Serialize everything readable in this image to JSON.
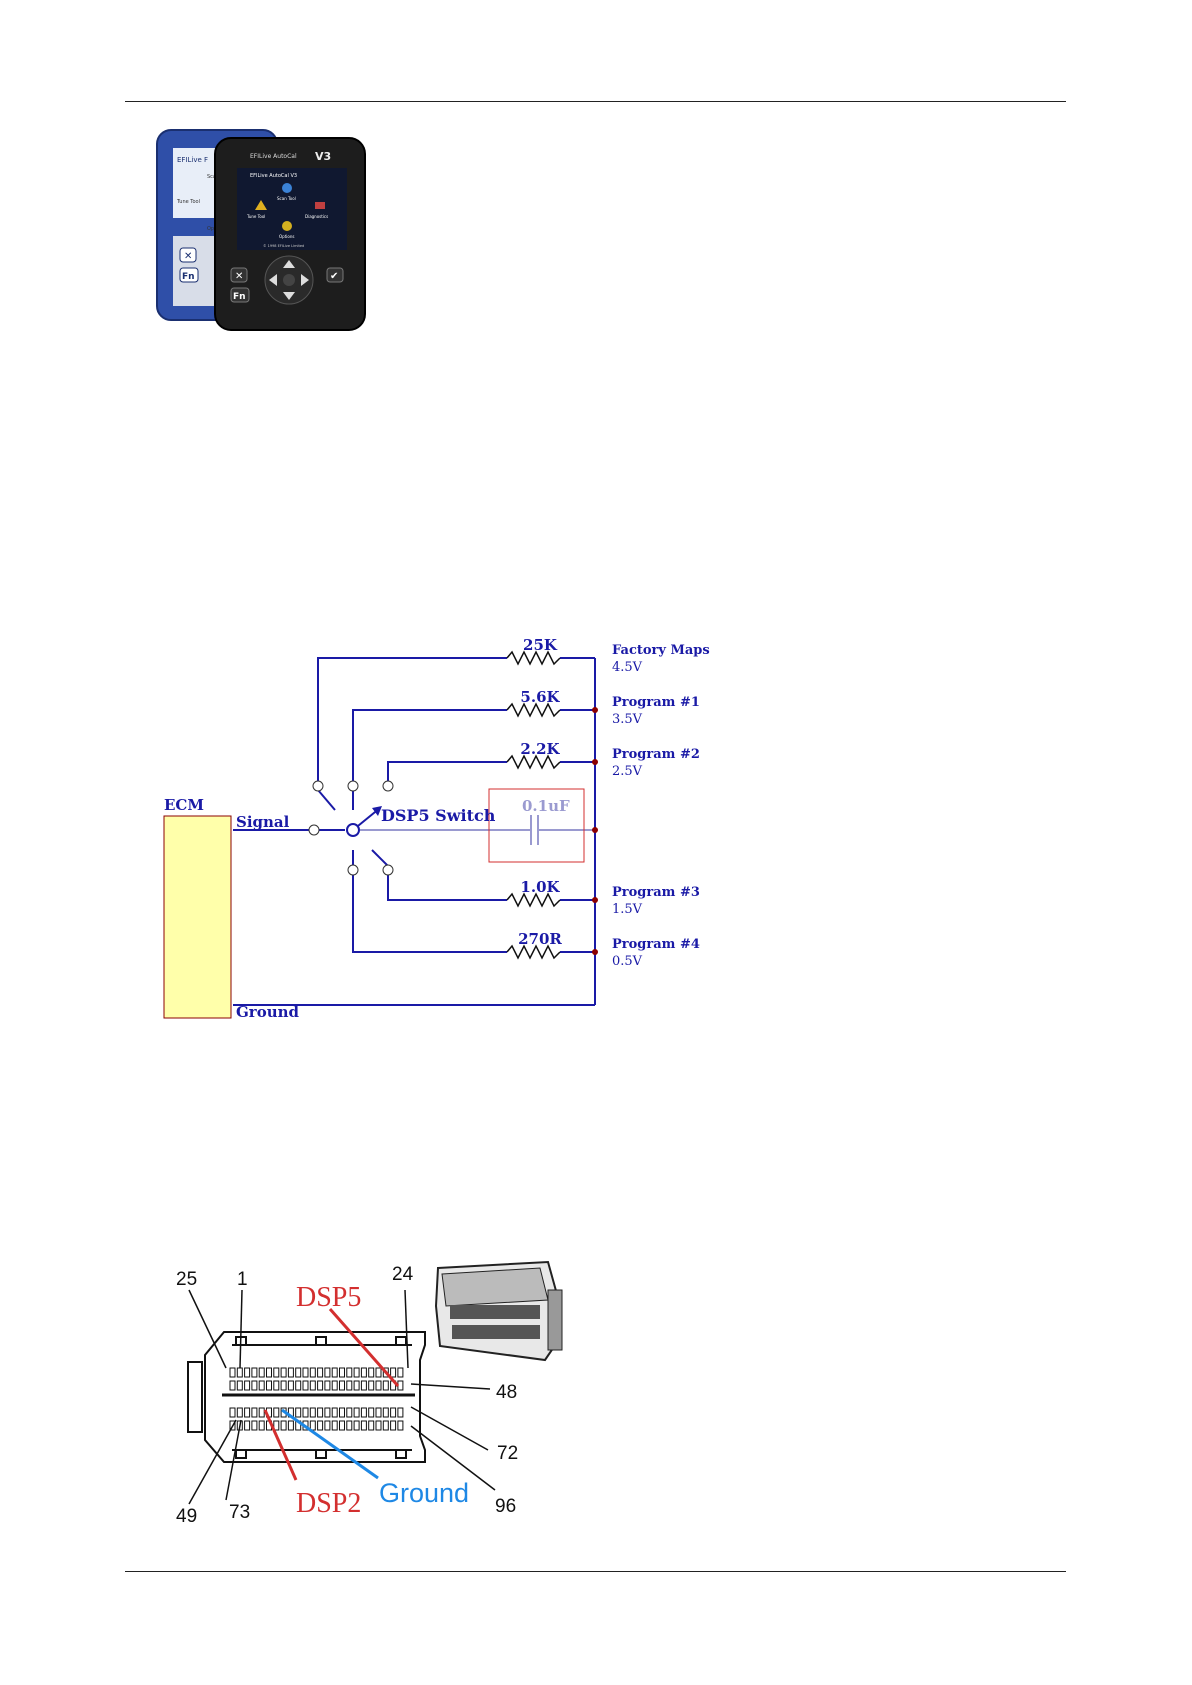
{
  "device": {
    "back_unit": {
      "screen_title": "EFILive F",
      "icons": [
        "Scan T",
        "Tune Tool",
        "Option"
      ],
      "buttons": [
        "✕",
        "Fn"
      ]
    },
    "front_unit": {
      "logo": "EFILive AutoCal",
      "model": "V3",
      "screen_title": "EFILive AutoCal V3",
      "icons": [
        "Scan Tool",
        "Tune Tool",
        "Diagnostics",
        "Options"
      ],
      "footer": "© 1998 EFILive Limited",
      "buttons": [
        "✕",
        "Fn",
        "✔"
      ]
    }
  },
  "schematic": {
    "ecm_label": "ECM",
    "signal_label": "Signal",
    "ground_label": "Ground",
    "switch_label": "DSP5 Switch",
    "capacitor_label": "0.1uF",
    "branches": [
      {
        "resistor": "25K",
        "name": "Factory Maps",
        "voltage": "4.5V"
      },
      {
        "resistor": "5.6K",
        "name": "Program #1",
        "voltage": "3.5V"
      },
      {
        "resistor": "2.2K",
        "name": "Program #2",
        "voltage": "2.5V"
      },
      {
        "resistor": "1.0K",
        "name": "Program #3",
        "voltage": "1.5V"
      },
      {
        "resistor": "270R",
        "name": "Program #4",
        "voltage": "0.5V"
      }
    ],
    "colors": {
      "wire": "#1a1aa6",
      "resistor": "#111111",
      "node": "#8b0000",
      "ecm_fill": "#ffffaa",
      "ecm_border": "#8b0000",
      "capacitor_box": "#d32f2f",
      "capacitor": "#9a9ad0"
    }
  },
  "connector": {
    "pin_labels": {
      "p25": "25",
      "p1": "1",
      "p24": "24",
      "p48": "48",
      "p72": "72",
      "p96": "96",
      "p49": "49",
      "p73": "73"
    },
    "callouts": {
      "dsp5": "DSP5",
      "dsp2": "DSP2",
      "ground": "Ground"
    },
    "colors": {
      "dsp": "#d32f2f",
      "ground": "#1e88e5"
    }
  }
}
